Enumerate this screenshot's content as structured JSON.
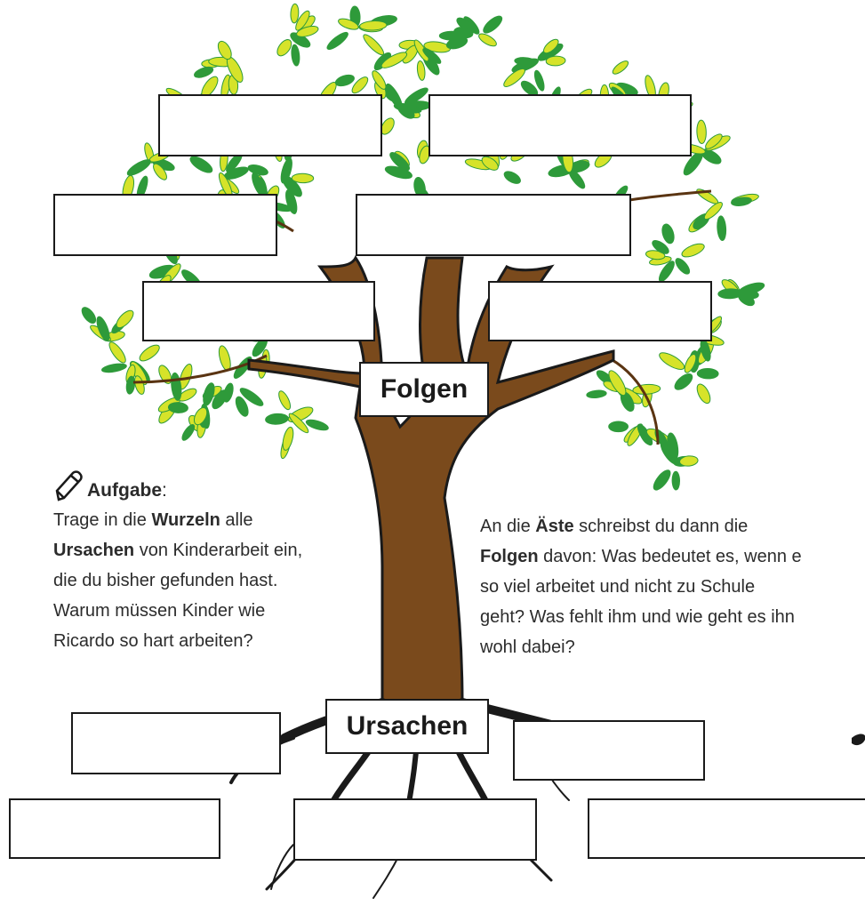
{
  "labels": {
    "folgen": "Folgen",
    "ursachen": "Ursachen"
  },
  "task": {
    "icon": "pencil-icon",
    "heading": "Aufgabe",
    "heading_suffix": ":",
    "left_lines": [
      {
        "pre": "Trage in die ",
        "bold": "Wurzeln",
        "post": " alle"
      },
      {
        "pre": "",
        "bold": "Ursachen",
        "post": " von Kinderarbeit ein,"
      },
      {
        "pre": "die du bisher gefunden hast.",
        "bold": "",
        "post": ""
      },
      {
        "pre": "Warum müssen Kinder wie",
        "bold": "",
        "post": ""
      },
      {
        "pre": "Ricardo so hart arbeiten?",
        "bold": "",
        "post": ""
      }
    ],
    "right_lines": [
      {
        "pre": "An die ",
        "bold": "Äste",
        "post": " schreibst du dann die"
      },
      {
        "pre": "",
        "bold": "Folgen",
        "post": " davon: Was bedeutet es, wenn e"
      },
      {
        "pre": "so viel arbeitet und nicht zu Schule",
        "bold": "",
        "post": ""
      },
      {
        "pre": "geht? Was fehlt ihm und wie geht es ihn",
        "bold": "",
        "post": ""
      },
      {
        "pre": "wohl dabei?",
        "bold": "",
        "post": ""
      }
    ]
  },
  "colors": {
    "trunk": "#7a4a1c",
    "trunk_outline": "#1a1a1a",
    "leaf_dark": "#2e9a3a",
    "leaf_light": "#d6e32a",
    "root": "#1a1a1a"
  }
}
